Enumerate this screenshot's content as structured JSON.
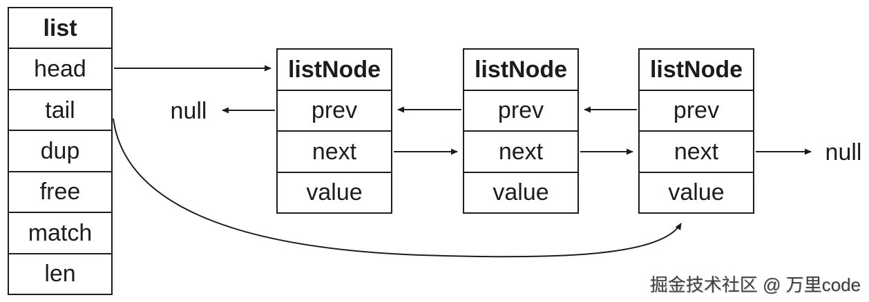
{
  "diagram": {
    "title_semantic": "doubly-linked-list-structure",
    "colors": {
      "line": "#1c1c1c",
      "background": "#ffffff",
      "watermark": "#3f3f3f"
    },
    "list": {
      "title": "list",
      "fields": [
        "head",
        "tail",
        "dup",
        "free",
        "match",
        "len"
      ]
    },
    "nodes": [
      {
        "title": "listNode",
        "fields": [
          "prev",
          "next",
          "value"
        ]
      },
      {
        "title": "listNode",
        "fields": [
          "prev",
          "next",
          "value"
        ]
      },
      {
        "title": "listNode",
        "fields": [
          "prev",
          "next",
          "value"
        ]
      }
    ],
    "null_left": "null",
    "null_right": "null",
    "edges": [
      {
        "from": "list.head",
        "to": "listNode-1.header",
        "direction": "right"
      },
      {
        "from": "listNode-1.prev",
        "to": "null-left",
        "direction": "left"
      },
      {
        "from": "listNode-2.prev",
        "to": "listNode-1",
        "direction": "left"
      },
      {
        "from": "listNode-3.prev",
        "to": "listNode-2",
        "direction": "left"
      },
      {
        "from": "listNode-1.next",
        "to": "listNode-2",
        "direction": "right"
      },
      {
        "from": "listNode-2.next",
        "to": "listNode-3",
        "direction": "right"
      },
      {
        "from": "listNode-3.next",
        "to": "null-right",
        "direction": "right"
      },
      {
        "from": "list.tail",
        "to": "listNode-3.bottom",
        "direction": "curved-up"
      }
    ]
  },
  "watermark": {
    "text": "掘金技术社区 @ 万里code"
  }
}
